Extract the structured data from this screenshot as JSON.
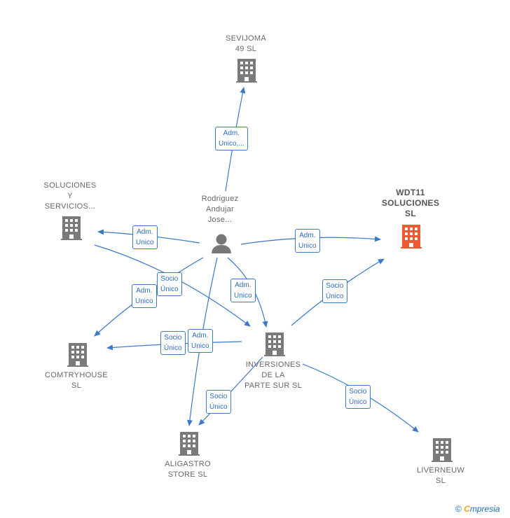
{
  "nodes": {
    "sevijoma": {
      "label1": "SEVIJOMA",
      "label2": "49  SL"
    },
    "soluciones": {
      "label1": "SOLUCIONES",
      "label2": "Y",
      "label3": "SERVICIOS..."
    },
    "person": {
      "label1": "Rodriguez",
      "label2": "Andujar",
      "label3": "Jose..."
    },
    "wdt11": {
      "label1": "WDT11",
      "label2": "SOLUCIONES",
      "label3": "SL",
      "color": "#f05a32"
    },
    "comtryhouse": {
      "label1": "COMTRYHOUSE",
      "label2": "SL"
    },
    "inversiones": {
      "label1": "INVERSIONES",
      "label2": "DE LA",
      "label3": "PARTE SUR  SL"
    },
    "aligastro": {
      "label1": "ALIGASTRO",
      "label2": "STORE  SL"
    },
    "liverneuw": {
      "label1": "LIVERNEUW",
      "label2": "SL"
    }
  },
  "edges": {
    "e_sevijoma": {
      "line1": "Adm.",
      "line2": "Unico,..."
    },
    "e_soluciones": {
      "line1": "Adm.",
      "line2": "Unico"
    },
    "e_wdt11_adm": {
      "line1": "Adm.",
      "line2": "Unico"
    },
    "e_inv_adm": {
      "line1": "Adm.",
      "line2": "Unico"
    },
    "e_comtry_adm": {
      "line1": "Adm.",
      "line2": "Unico"
    },
    "e_sol_socio": {
      "line1": "Socio",
      "line2": "Único"
    },
    "e_comtry_socio": {
      "line1": "Socio",
      "line2": "Único"
    },
    "e_aligastro_adm": {
      "line1": "Adm.",
      "line2": "Unico"
    },
    "e_aligastro_socio": {
      "line1": "Socio",
      "line2": "Único"
    },
    "e_wdt11_socio": {
      "line1": "Socio",
      "line2": "Único"
    },
    "e_liver_socio": {
      "line1": "Socio",
      "line2": "Único"
    }
  },
  "colors": {
    "edge": "#3a78c9",
    "building": "#7a7a7a",
    "highlight": "#f05a32"
  },
  "footer": {
    "copyright": "©",
    "brand_e": "C",
    "brand_rest": "mpresia"
  }
}
